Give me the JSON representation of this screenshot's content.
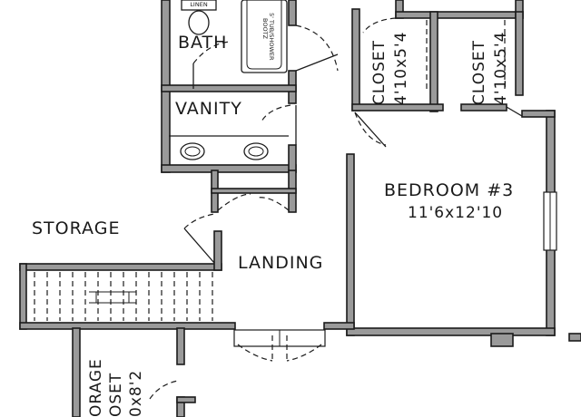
{
  "rooms": {
    "bath": "BATH",
    "linen": "LINEN",
    "tub_line1": "BOOTZ",
    "tub_line2": "5' TUB/SHOWER",
    "vanity": "VANITY",
    "closet_left": {
      "name": "CLOSET",
      "size": "4'10x5'4"
    },
    "closet_right": {
      "name": "CLOSET",
      "size": "4'10x5'4"
    },
    "bedroom": {
      "name": "BEDROOM #3",
      "size": "11'6x12'10"
    },
    "storage": "STORAGE",
    "landing": "LANDING",
    "storage_closet": {
      "line1": "ORAGE",
      "line2": "OSET",
      "line3": "0x8'2"
    }
  }
}
